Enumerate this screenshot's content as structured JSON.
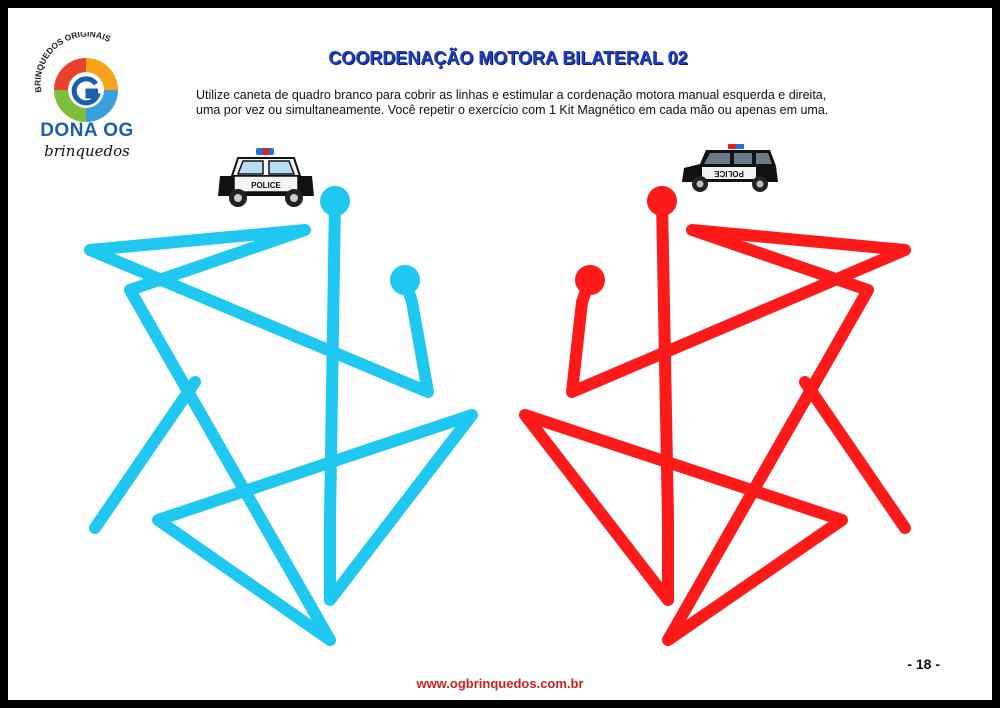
{
  "brand": {
    "arc_text": "BRINQUEDOS ORIGINAIS",
    "name": "DONA OG",
    "sub": "brinquedos"
  },
  "title": "COORDENAÇÃO MOTORA BILATERAL 02",
  "instructions": {
    "line1": "Utilize caneta de quadro branco para cobrir as linhas e estimular a cordenação motora manual esquerda e direita,",
    "line2": "uma por vez ou simultaneamente.  Você repetir o exercício com 1 Kit Magnético em cada mão ou apenas em uma."
  },
  "cars": {
    "left_label": "POLICE",
    "right_label": "POLICE"
  },
  "tracing": {
    "left_color": "#1ec8f0",
    "right_color": "#ff1a1a"
  },
  "footer": {
    "page_number": "- 18 -",
    "website": "www.ogbrinquedos.com.br"
  }
}
